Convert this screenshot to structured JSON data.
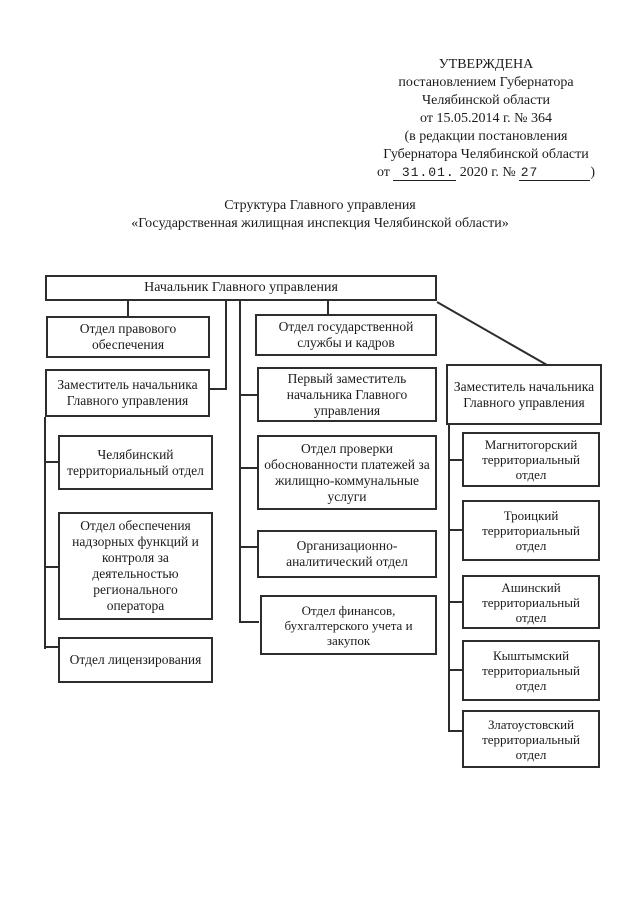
{
  "colors": {
    "paper": "#ffffff",
    "ink": "#1b1b1b",
    "line": "#2d2d2d"
  },
  "approval": {
    "lines": [
      "УТВЕРЖДЕНА",
      "постановлением Губернатора",
      "Челябинской области",
      "от 15.05.2014 г. № 364",
      "(в редакции постановления",
      "Губернатора Челябинской области"
    ],
    "last_line": {
      "prefix": "от",
      "typed_date": "31.01.",
      "middle": "2020 г. №",
      "typed_number": "27",
      "closing": ")"
    }
  },
  "title": {
    "line1": "Структура Главного управления",
    "line2": "«Государственная жилищная инспекция Челябинской области»"
  },
  "org_chart": {
    "nodes": [
      {
        "id": "head",
        "label": "Начальник Главного управления"
      },
      {
        "id": "legal",
        "label": "Отдел правового обеспечения"
      },
      {
        "id": "civil-service",
        "label": "Отдел государственной службы и кадров"
      },
      {
        "id": "deputy-left",
        "label": "Заместитель начальника Главного управления"
      },
      {
        "id": "first-deputy",
        "label": "Первый заместитель начальника Главного управления"
      },
      {
        "id": "deputy-right",
        "label": "Заместитель начальника Главного управления"
      },
      {
        "id": "chelyabinsk",
        "label": "Челябинский территориальный отдел"
      },
      {
        "id": "oversight",
        "label": "Отдел обеспечения надзорных функций и контроля за деятельностью регионального оператора"
      },
      {
        "id": "licensing",
        "label": "Отдел лицензирования"
      },
      {
        "id": "payment-check",
        "label": "Отдел проверки обоснованности платежей за жилищно-коммунальные услуги"
      },
      {
        "id": "org-analytical",
        "label": "Организационно-аналитический отдел"
      },
      {
        "id": "finance",
        "label": "Отдел финансов, бухгалтерского учета и закупок"
      },
      {
        "id": "magnitogorsk",
        "label": "Магнитогорский территориальный отдел"
      },
      {
        "id": "troitsk",
        "label": "Троицкий территориальный отдел"
      },
      {
        "id": "asha",
        "label": "Ашинский территориальный отдел"
      },
      {
        "id": "kyshtym",
        "label": "Кыштымский территориальный отдел"
      },
      {
        "id": "zlatoust",
        "label": "Златоустовский территориальный отдел"
      }
    ]
  }
}
